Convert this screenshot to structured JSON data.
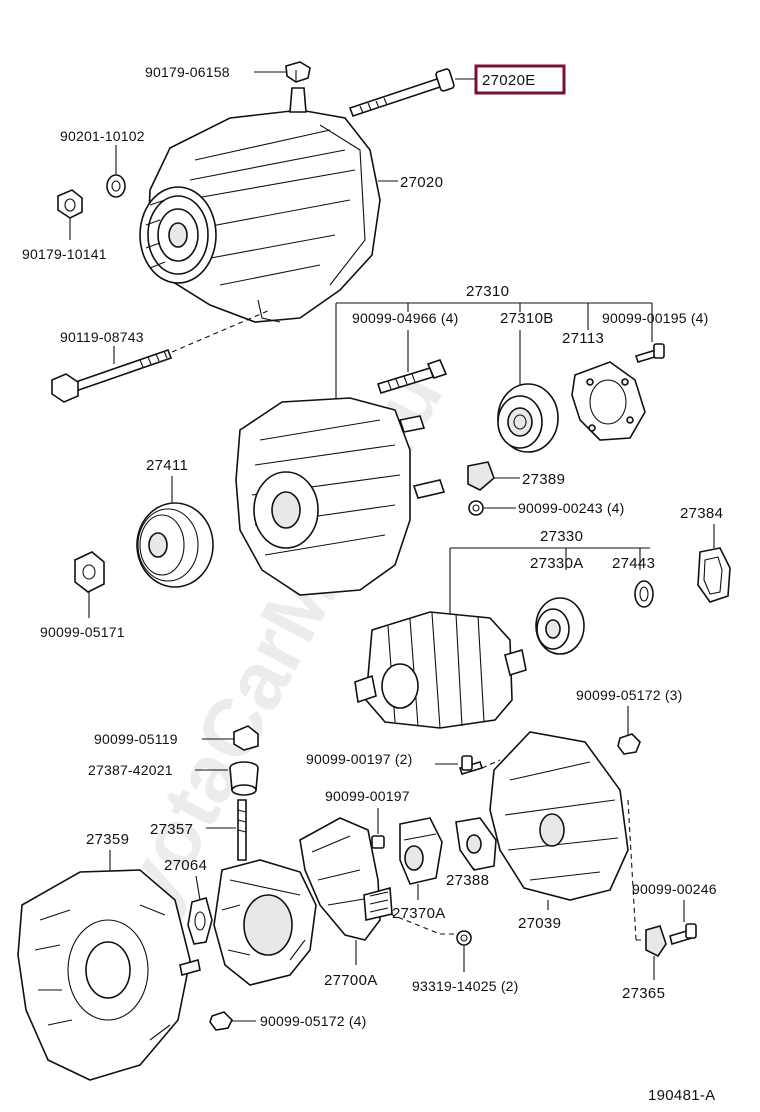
{
  "diagram": {
    "watermark": "ToyotaCarMine.ru",
    "footer_code": "190481-A",
    "highlighted_part": "27020E",
    "highlight_color": "#7a0f2e",
    "labels": {
      "p27020E": "27020E",
      "p90179_06158": "90179-06158",
      "p90201_10102": "90201-10102",
      "p90179_10141": "90179-10141",
      "p27020": "27020",
      "p90119_08743": "90119-08743",
      "p27310": "27310",
      "p90099_04966": "90099-04966 (4)",
      "p27310B": "27310B",
      "p27113": "27113",
      "p90099_00195": "90099-00195 (4)",
      "p27411": "27411",
      "p27389": "27389",
      "p90099_00243": "90099-00243 (4)",
      "p27384": "27384",
      "p27330": "27330",
      "p27330A": "27330A",
      "p27443": "27443",
      "p90099_05171": "90099-05171",
      "p90099_05172_3": "90099-05172 (3)",
      "p90099_05119": "90099-05119",
      "p90099_00197_2": "90099-00197 (2)",
      "p27387_42021": "27387-42021",
      "p90099_00197": "90099-00197",
      "p27357": "27357",
      "p27359": "27359",
      "p27064": "27064",
      "p27388": "27388",
      "p27370A": "27370A",
      "p27039": "27039",
      "p90099_00246": "90099-00246",
      "p27700A": "27700A",
      "p93319_14025": "93319-14025 (2)",
      "p27365": "27365",
      "p90099_05172_4": "90099-05172 (4)"
    }
  }
}
